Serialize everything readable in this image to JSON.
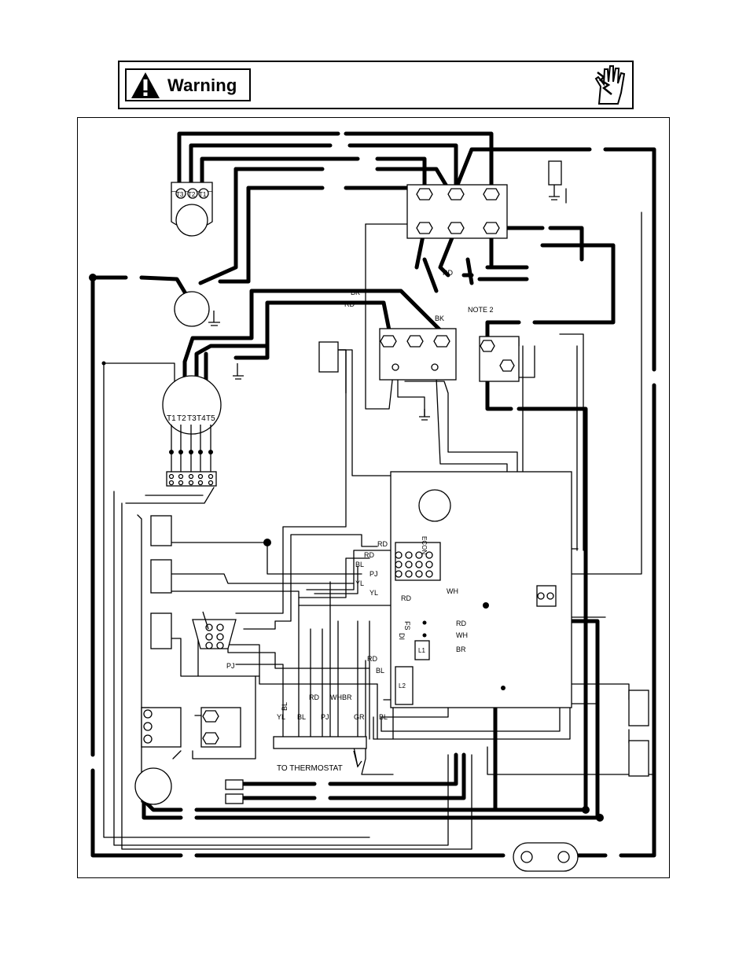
{
  "warning": {
    "label": "Warning",
    "warning_icon": "exclamation-triangle-icon",
    "shock_icon": "electric-shock-hand-icon"
  },
  "diagram": {
    "motor_terminals_top": [
      "T3",
      "T2",
      "T1"
    ],
    "motor_terminals_main": [
      "T1",
      "T2",
      "T3",
      "T4",
      "T5"
    ],
    "wire_labels": {
      "bk_upper": "BK",
      "rd_upper": "RD",
      "rd_contactor": "RD",
      "bk_relay": "BK",
      "note": "NOTE 2",
      "board_rd_1": "RD",
      "board_rd_2": "RD",
      "board_bl": "BL",
      "board_pj": "PJ",
      "board_yl_1": "YL",
      "board_yl_2": "YL",
      "board_rd_3": "RD",
      "board_wh": "WH",
      "pj_left": "PJ",
      "fs_rd": "RD",
      "fs_wh": "WH",
      "l1_br": "BR",
      "board_rd_4": "RD",
      "board_bl_2": "BL",
      "bottom_bl": "BL",
      "bottom_rd": "RD",
      "bottom_wh": "WH",
      "bottom_br": "BR",
      "bottom_yl": "YL",
      "bottom_bl_2": "BL",
      "bottom_pj": "PJ",
      "bottom_gr": "GR",
      "bottom_bl_3": "BL"
    },
    "board_labels": {
      "econ": "ECON",
      "fs": "FS",
      "di": "DI",
      "l1": "L1",
      "l2": "L2"
    },
    "terminal_block_label": "TO THERMOSTAT"
  }
}
